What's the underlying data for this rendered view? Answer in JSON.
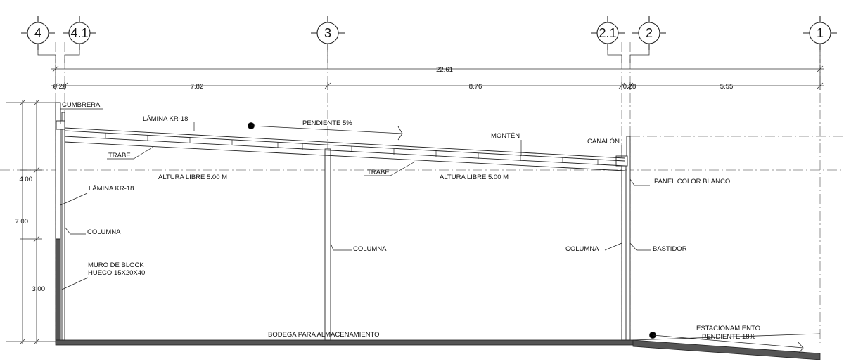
{
  "axes": [
    {
      "id": "axis-4",
      "label": "4"
    },
    {
      "id": "axis-4-1",
      "label": "4.1"
    },
    {
      "id": "axis-3",
      "label": "3"
    },
    {
      "id": "axis-2-1",
      "label": "2.1"
    },
    {
      "id": "axis-2",
      "label": "2"
    },
    {
      "id": "axis-1",
      "label": "1"
    }
  ],
  "dimensions": {
    "total": "22.61",
    "segments": [
      "0.28",
      "7.82",
      "8.76",
      "0.28",
      "5.55"
    ],
    "heights": {
      "upper": "4.00",
      "total": "7.00",
      "lower": "3.00"
    }
  },
  "labels": {
    "cumbrera": "CUMBRERA",
    "lamina_roof": "LÁMINA KR-18",
    "pendiente": "PENDIENTE 5%",
    "monten": "MONTÉN",
    "canalon": "CANALÓN",
    "trabe_left": "TRABE",
    "trabe_right": "TRABE",
    "altura_left": "ALTURA LIBRE 5.00 M",
    "altura_right": "ALTURA LIBRE 5.00 M",
    "panel": "PANEL COLOR BLANCO",
    "lamina_wall": "LÁMINA KR-18",
    "columna_left": "COLUMNA",
    "columna_center": "COLUMNA",
    "columna_right": "COLUMNA",
    "bastidor": "BASTIDOR",
    "muro_line1": "MURO DE BLOCK",
    "muro_line2": "HUECO 15X20X40",
    "bodega": "BODEGA PARA ALMACENAMIENTO",
    "estacionamiento": "ESTACIONAMIENTO",
    "pendiente_est": "PENDIENTE 18%"
  }
}
